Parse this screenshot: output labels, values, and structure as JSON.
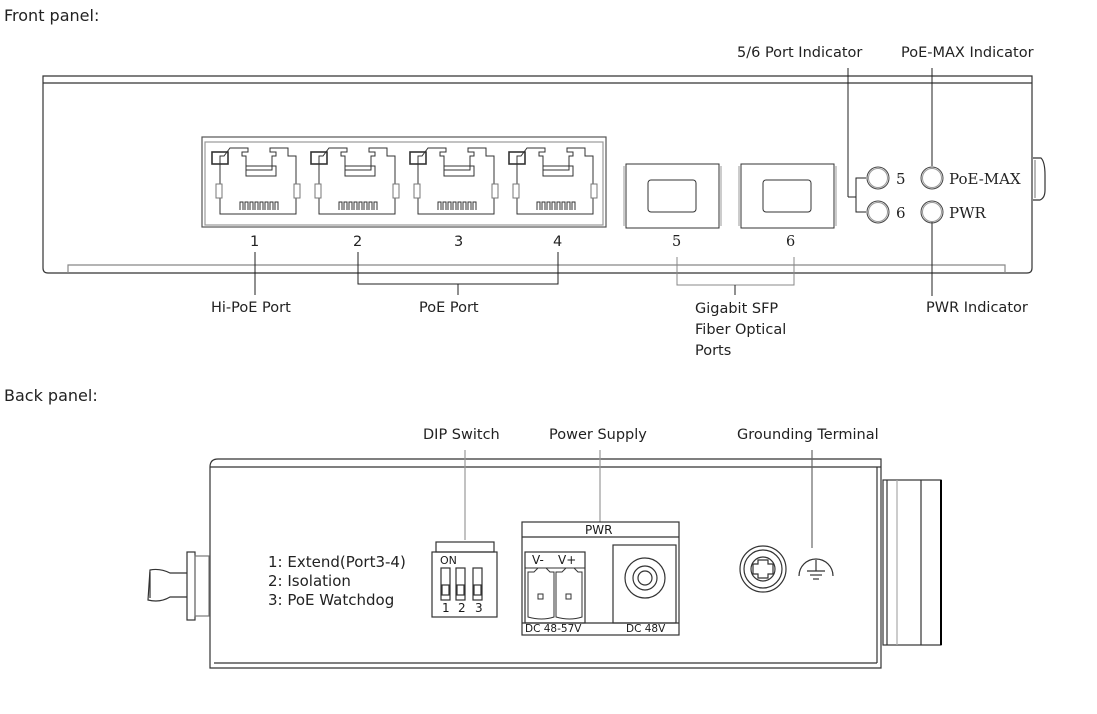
{
  "front_panel": {
    "title": "Front panel:",
    "ports": [
      {
        "number": "1"
      },
      {
        "number": "2"
      },
      {
        "number": "3"
      },
      {
        "number": "4"
      },
      {
        "number": "5"
      },
      {
        "number": "6"
      }
    ],
    "leds": {
      "port5": "5",
      "port6": "6",
      "poe_max": "PoE-MAX",
      "pwr": "PWR"
    },
    "callouts": {
      "port_indicator": "5/6 Port Indicator",
      "poe_max_indicator": "PoE-MAX Indicator",
      "pwr_indicator": "PWR Indicator",
      "hi_poe_port": "Hi-PoE Port",
      "poe_port": "PoE Port",
      "sfp_line1": "Gigabit SFP",
      "sfp_line2": "Fiber Optical",
      "sfp_line3": "Ports"
    }
  },
  "back_panel": {
    "title": "Back panel:",
    "callouts": {
      "dip_switch": "DIP Switch",
      "power_supply": "Power Supply",
      "grounding_terminal": "Grounding Terminal"
    },
    "dip_legend": [
      "1: Extend(Port3-4)",
      "2: Isolation",
      "3: PoE Watchdog"
    ],
    "dip_switch": {
      "on_label": "ON",
      "positions": [
        "1",
        "2",
        "3"
      ]
    },
    "power": {
      "header": "PWR",
      "terminal_minus": "V-",
      "terminal_plus": "V+",
      "terminal_rating": "DC 48-57V",
      "jack_rating": "DC 48V"
    }
  }
}
